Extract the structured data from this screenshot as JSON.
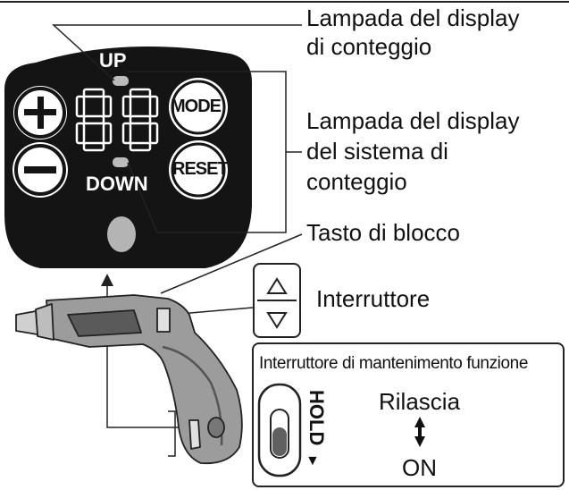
{
  "labels": {
    "counter_lamp": [
      "Lampada del display",
      "di conteggio"
    ],
    "system_lamp": [
      "Lampada del display",
      "del sistema di",
      "conteggio"
    ],
    "lock_button": "Tasto di blocco",
    "switch": "Interruttore"
  },
  "panel": {
    "up": "UP",
    "down": "DOWN",
    "mode": "MODE",
    "reset": "RESET",
    "plus_icon": "plus-icon",
    "minus_icon": "minus-icon",
    "display_digits": "88"
  },
  "inset": {
    "title": "Interruttore di mantenimento funzione",
    "hold": "HOLD",
    "release": "Rilascia",
    "on": "ON"
  }
}
